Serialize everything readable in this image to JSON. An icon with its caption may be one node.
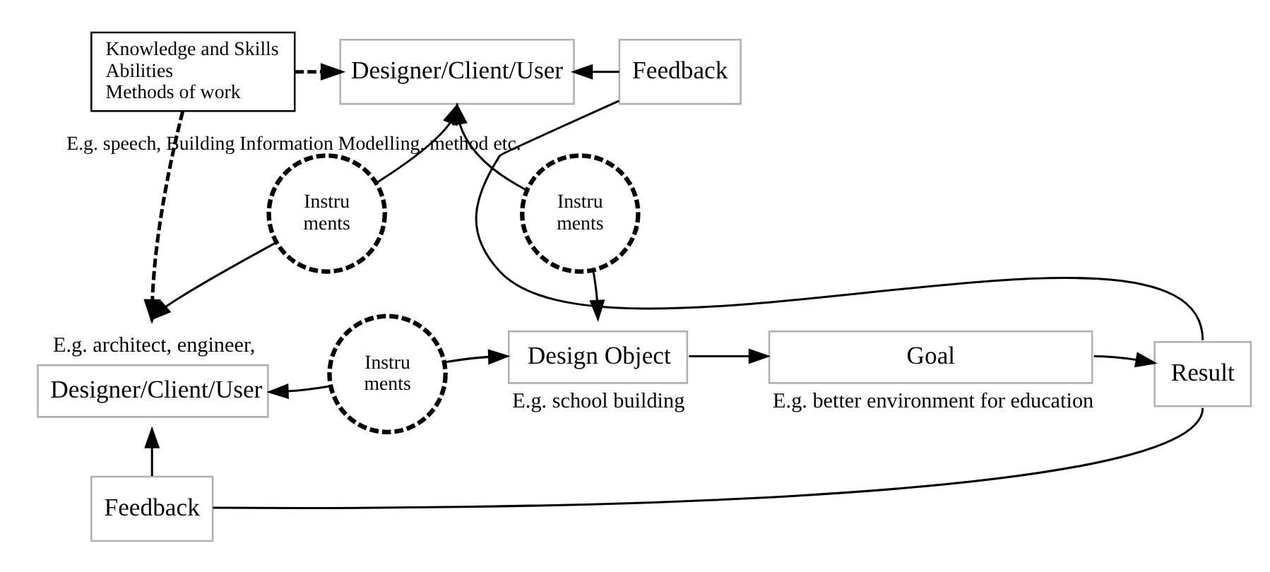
{
  "diagram": {
    "nodes": [
      {
        "text": [
          "Knowledge and Skills",
          "Abilities",
          "Methods of work"
        ]
      },
      {
        "text": [
          "Designer/Client/User"
        ]
      },
      {
        "text": [
          "Feedback"
        ]
      },
      {
        "text": [
          "Instru ments"
        ]
      },
      {
        "text": [
          "Instru ments"
        ],
        "beside": [
          "E.g. speech, Building Information Modelling, method etc."
        ]
      },
      {
        "text": [
          "Designer/Client/User"
        ],
        "beside": [
          "E.g. architect, engineer,"
        ]
      },
      {
        "text": [
          "Instru ments"
        ]
      },
      {
        "text": [
          "Design Object"
        ],
        "beside": [
          "E.g. school building"
        ]
      },
      {
        "text": [
          "Goal"
        ],
        "beside": [
          "E.g. better environment for education"
        ]
      },
      {
        "text": [
          "Result"
        ]
      },
      {
        "text": [
          "Feedback"
        ]
      }
    ],
    "edges": [
      {
        "from": 0,
        "to": 1,
        "arrow": "to",
        "style": "dashed"
      },
      {
        "from": 0,
        "to": 5,
        "arrow": "to",
        "style": "dashed"
      },
      {
        "from": 3,
        "to": 1,
        "arrow": "to"
      },
      {
        "from": 4,
        "to": 1,
        "arrow": "to"
      },
      {
        "from": 3,
        "to": 5,
        "arrow": "to"
      },
      {
        "from": 4,
        "to": 7,
        "arrow": "to"
      },
      {
        "from": 6,
        "to": 5,
        "arrow": "to"
      },
      {
        "from": 6,
        "to": 7,
        "arrow": "to"
      },
      {
        "from": 7,
        "to": 8,
        "arrow": "to"
      },
      {
        "from": 8,
        "to": 9,
        "arrow": "to"
      },
      {
        "from": 9,
        "to": 2,
        "arrow": "none"
      },
      {
        "from": 2,
        "to": 1,
        "arrow": "to"
      },
      {
        "from": 9,
        "to": 10,
        "arrow": "none"
      },
      {
        "from": 10,
        "to": 5,
        "arrow": "to"
      }
    ]
  }
}
